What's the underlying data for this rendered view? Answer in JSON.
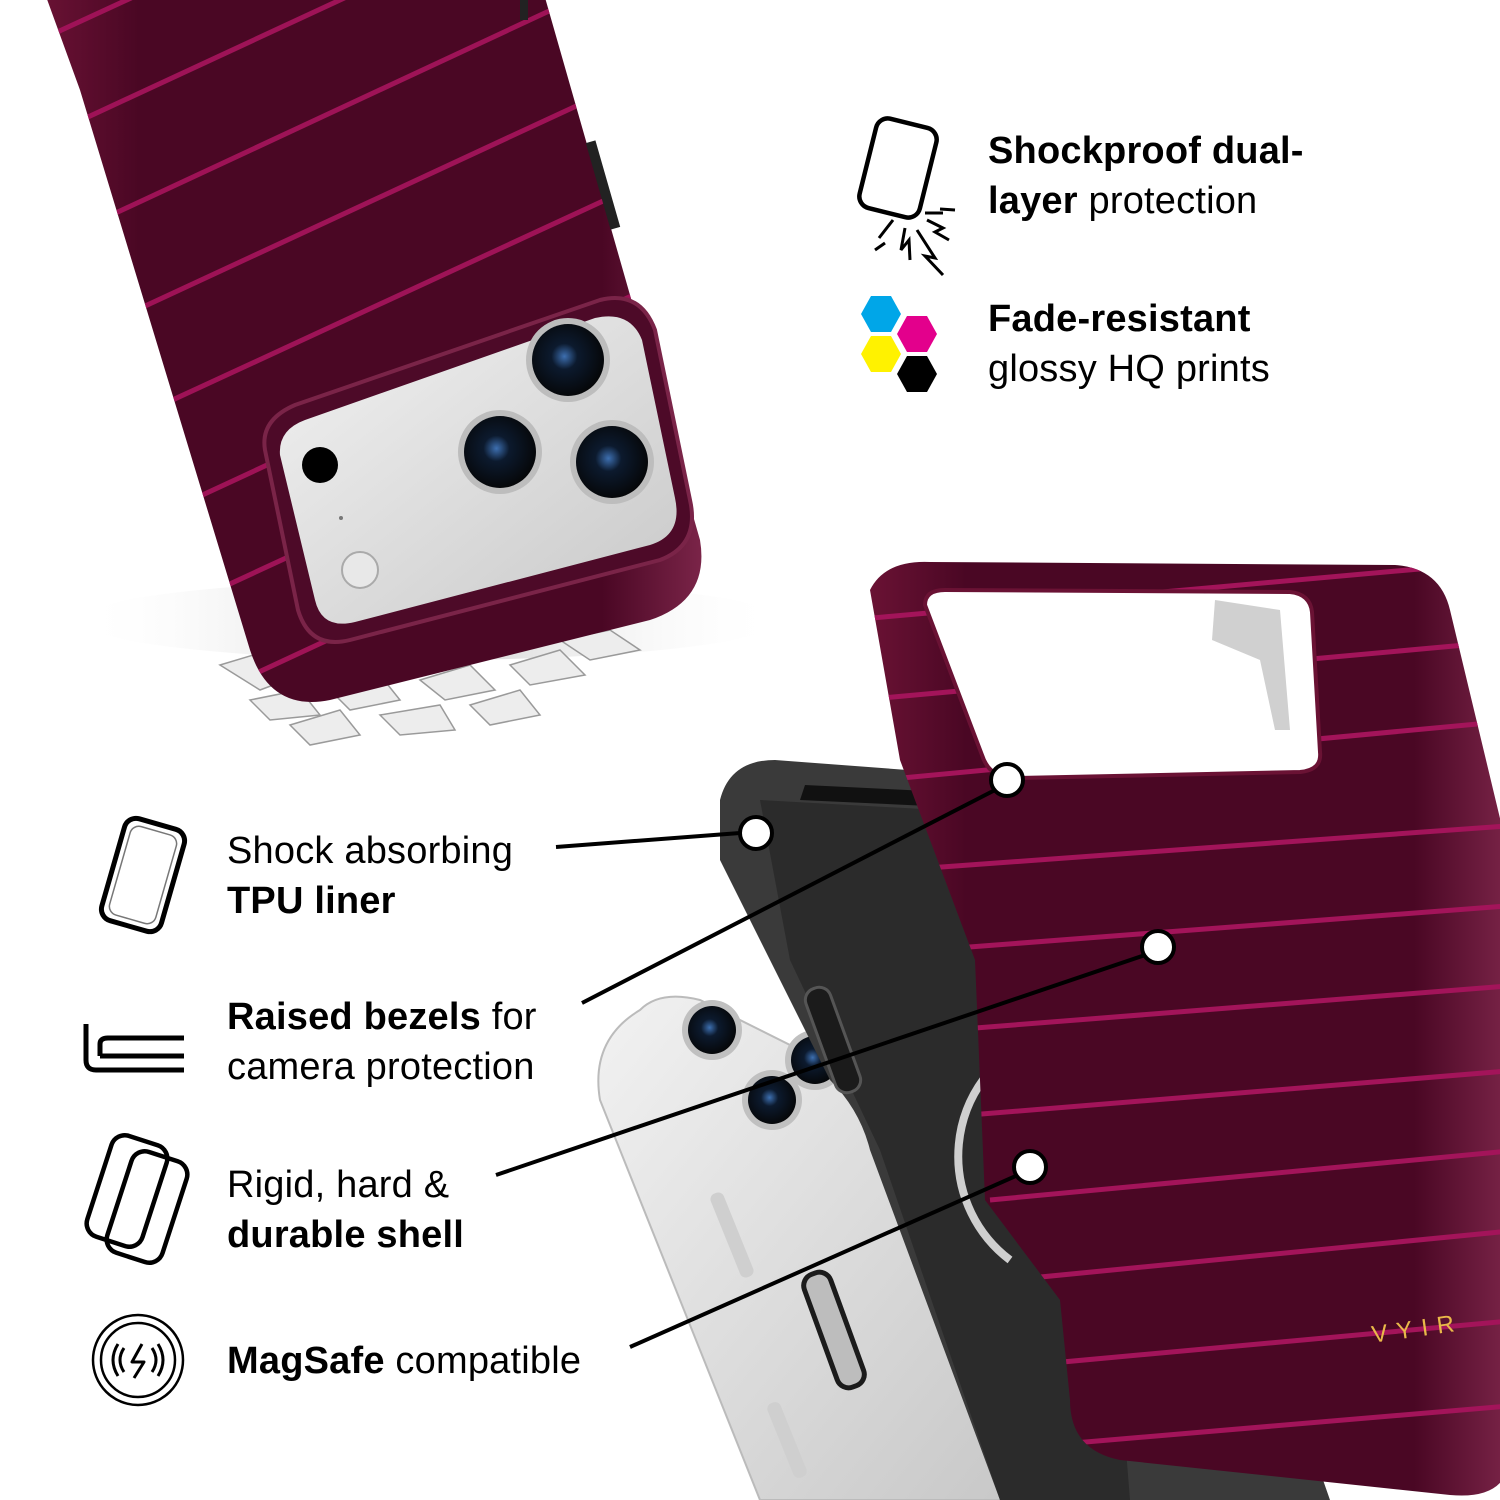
{
  "colors": {
    "case_base": "#4a0724",
    "case_light": "#6e1337",
    "stripe": "#a3145a",
    "liner": "#3a3a3a",
    "phone_silver": "#d9d9d9",
    "brand_gold": "#e9b949",
    "cmyk": [
      "#00a6e8",
      "#e3008c",
      "#fff200",
      "#000000"
    ]
  },
  "top_features": [
    {
      "icon": "phone-drop-shock-icon",
      "bold": "Shockproof dual-",
      "line2_bold": "layer",
      "line2_regular": " protection"
    },
    {
      "icon": "cmyk-hexagons-icon",
      "bold": "Fade-resistant",
      "line2_regular": "glossy HQ prints"
    }
  ],
  "left_features": [
    {
      "icon": "tpu-liner-icon",
      "line1_regular": "Shock absorbing",
      "line2_bold": "TPU liner"
    },
    {
      "icon": "raised-bezel-icon",
      "line1_bold": "Raised bezels",
      "line1_regular": " for",
      "line2_regular": "camera protection"
    },
    {
      "icon": "dual-shell-icon",
      "line1_regular": "Rigid, hard &",
      "line2_bold": "durable shell"
    },
    {
      "icon": "magsafe-icon",
      "line1_bold": "MagSafe",
      "line1_regular": " compatible"
    }
  ],
  "brand": {
    "logo_text": "VYIR"
  }
}
